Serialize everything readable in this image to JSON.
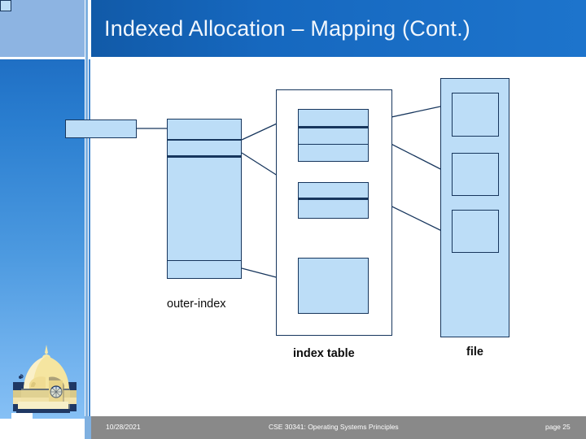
{
  "slide": {
    "title": "Indexed Allocation – Mapping (Cont.)",
    "accent_color": "#1668bf",
    "sidebar_top_color": "#8db4e2",
    "block_fill_color": "#bcddf7",
    "block_border_color": "#17365d"
  },
  "diagram": {
    "key_block_label": "",
    "outer_index": {
      "label": "outer-index",
      "cells": 4,
      "ellipsis_symbol": "square"
    },
    "index_table": {
      "label": "index table",
      "blocks": [
        {
          "cells": 3
        },
        {
          "cells": 2
        },
        {
          "cells": 1
        }
      ]
    },
    "file": {
      "label": "file",
      "slots": 3
    },
    "connectors": 6
  },
  "footer": {
    "date": "10/28/2021",
    "course": "CSE 30341: Operating Systems Principles",
    "page": "page 25"
  }
}
